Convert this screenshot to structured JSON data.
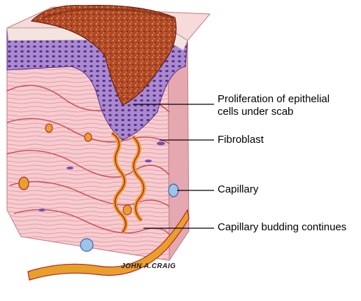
{
  "labels": {
    "epithelial_line1": "Proliferation of epithelial",
    "epithelial_line2": "cells under scab",
    "fibroblast": "Fibroblast",
    "capillary": "Capillary",
    "capillary_budding": "Capillary budding continues"
  },
  "signature": "JOHN A.CRAIG",
  "colors": {
    "scab": "#9a3a1f",
    "epidermis": "#8a5cb0",
    "dermis": "#f3c3c8",
    "capillary": "#e9a02a",
    "vessel_wall": "#b2202a"
  }
}
